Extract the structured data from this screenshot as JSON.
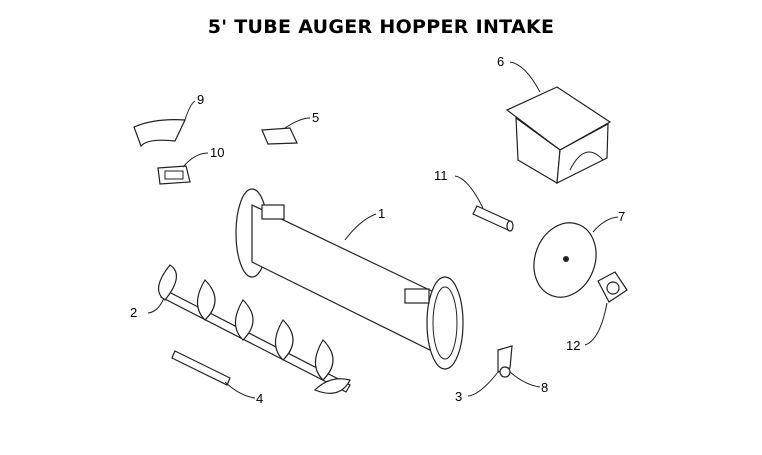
{
  "title": "5' TUBE AUGER HOPPER INTAKE",
  "callouts": [
    "1",
    "2",
    "3",
    "4",
    "5",
    "6",
    "7",
    "8",
    "9",
    "10",
    "11",
    "12"
  ]
}
